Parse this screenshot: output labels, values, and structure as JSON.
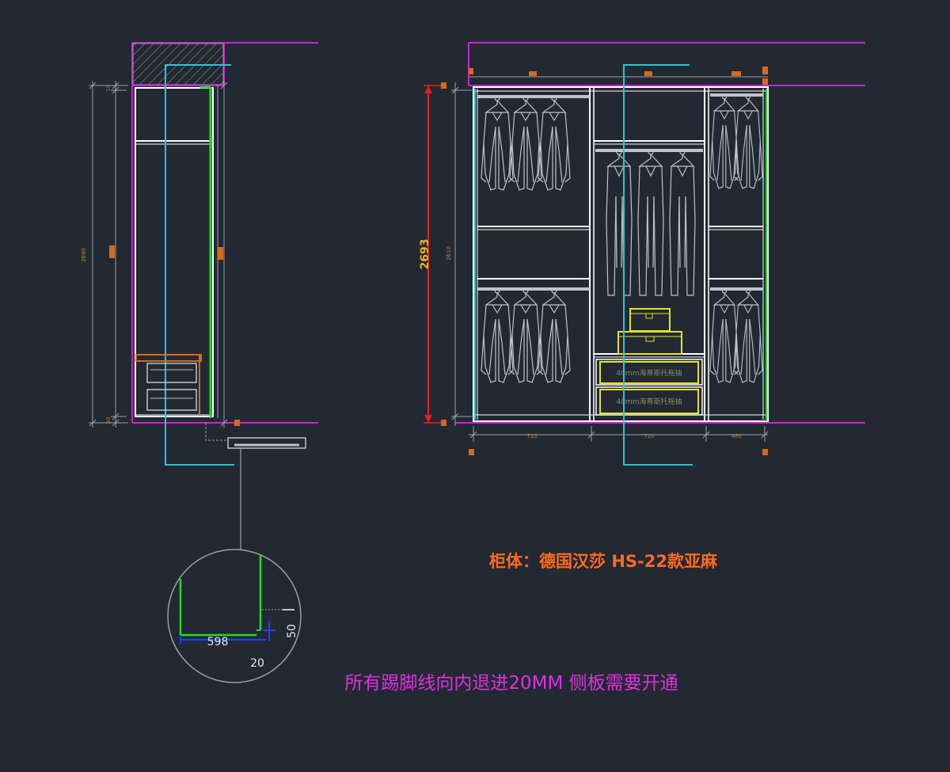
{
  "colors": {
    "background": "#222933",
    "wall": "#d020d0",
    "cabinet": "#ffffff",
    "dimension": "#9aa0a6",
    "dim_text": "#c08030",
    "red_dimension": "#e02020",
    "total_text": "#f0b020",
    "cyan_line": "#22c8d8",
    "green_panel": "#22dd22",
    "orange": "#d86a1a",
    "yellow_drawer": "#e8e020",
    "note_orange": "#ff6a20",
    "note_magenta": "#e030e0",
    "detail_blue": "#2040ff"
  },
  "side_view": {
    "height_total": "2690",
    "top_dim": "10",
    "bottom_dim": "50"
  },
  "front_view": {
    "total_height": "2693",
    "inner_height": "2610",
    "width_left": "720",
    "width_middle": "720",
    "width_right": "460",
    "drawer_label_1": "40mm海蒂斯托拖抽",
    "drawer_label_2": "40mm海蒂斯托拖抽"
  },
  "detail": {
    "width_label": "598",
    "gap_label": "20",
    "height_label": "50"
  },
  "notes": {
    "material": "柜体：德国汉莎  HS-22款亚麻",
    "kick_line": "所有踢脚线向内退进20MM 侧板需要开通"
  }
}
